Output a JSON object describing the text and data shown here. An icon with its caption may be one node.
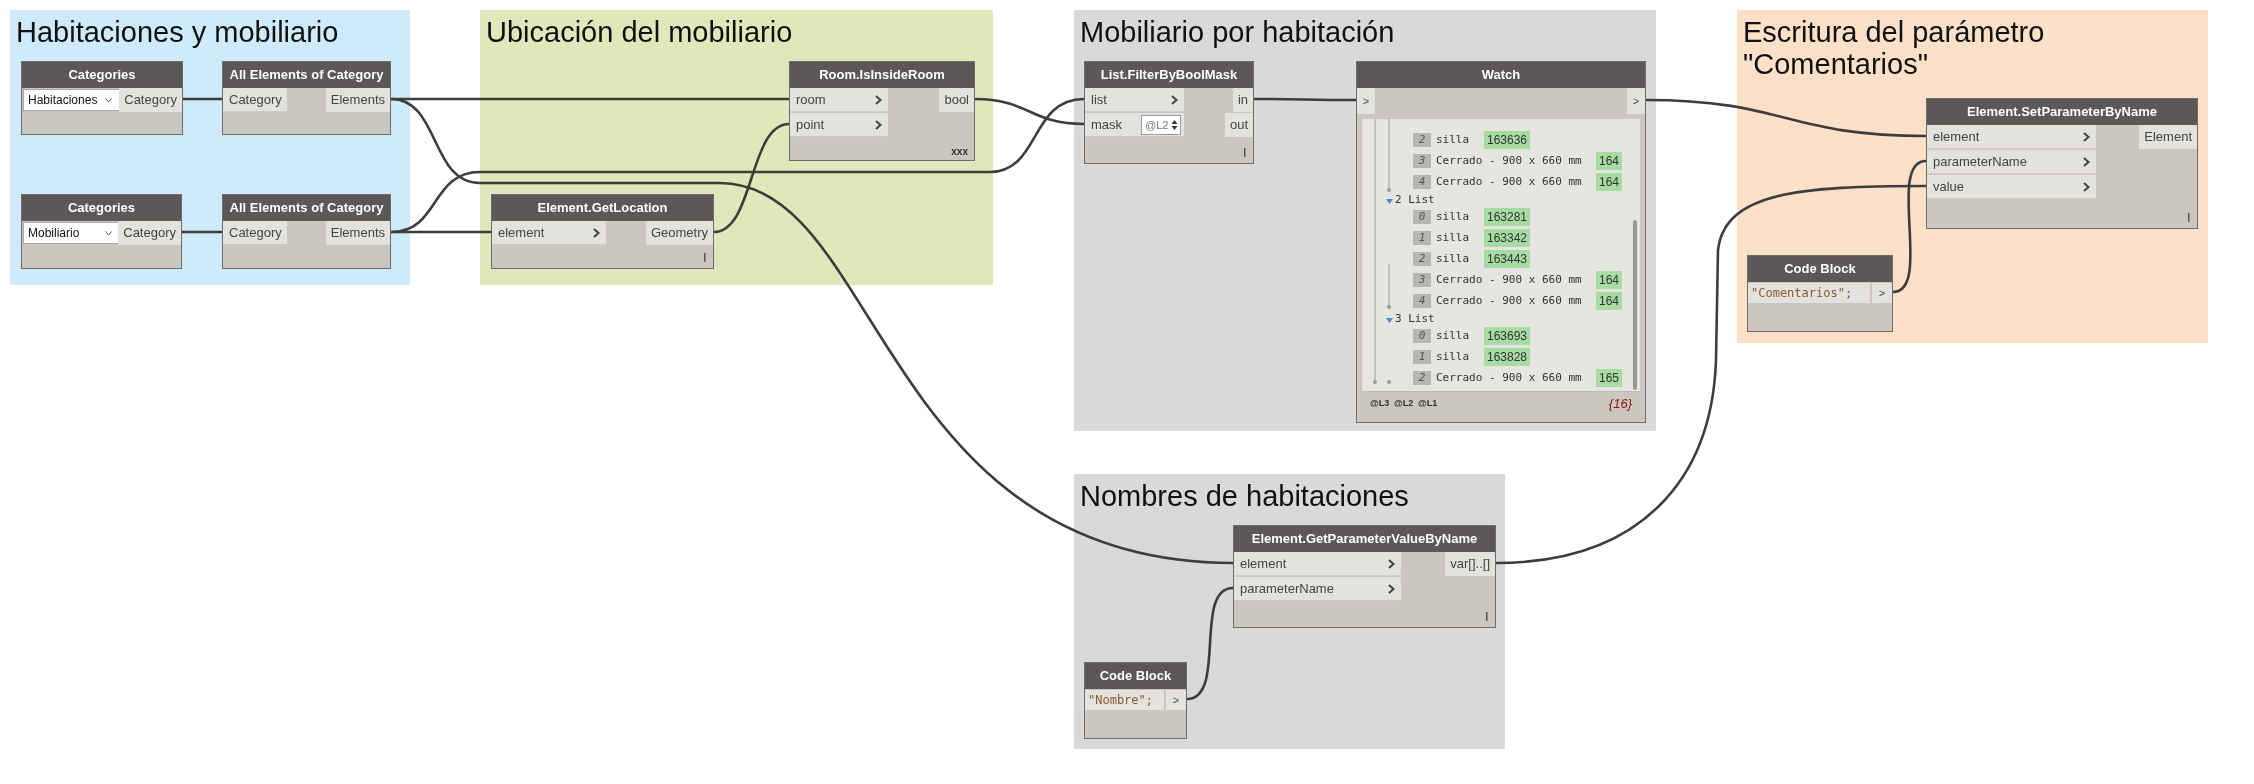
{
  "diagram": {
    "nodes": [
      {
        "text": [
          "Habitaciones y mobiliario"
        ]
      },
      {
        "text": [
          "Categories",
          "Habitaciones",
          "Category"
        ],
        "in": 0
      },
      {
        "text": [
          "All Elements of Category",
          "Category",
          "Elements"
        ],
        "in": 0
      },
      {
        "text": [
          "Categories",
          "Mobiliario",
          "Category"
        ],
        "in": 0
      },
      {
        "text": [
          "All Elements of Category",
          "Category",
          "Elements"
        ],
        "in": 0
      },
      {
        "text": [
          "Ubicación del mobiliario"
        ]
      },
      {
        "text": [
          "Room.IsInsideRoom",
          "room",
          "point",
          "bool",
          "xxx"
        ],
        "in": 5
      },
      {
        "text": [
          "Element.GetLocation",
          "element",
          "Geometry"
        ],
        "in": 5
      },
      {
        "text": [
          "Mobiliario por habitación"
        ]
      },
      {
        "text": [
          "List.FilterByBoolMask",
          "list",
          "mask",
          "@L2",
          "in",
          "out"
        ],
        "in": 8
      },
      {
        "text": [
          "Watch",
          ">",
          ">",
          "2",
          "silla",
          "163636",
          "3",
          "Cerrado - 900 x 660 mm",
          "164",
          "4",
          "Cerrado - 900 x 660 mm",
          "164",
          "2",
          "List",
          "0",
          "silla",
          "163281",
          "1",
          "silla",
          "163342",
          "2",
          "silla",
          "163443",
          "3",
          "Cerrado - 900 x 660 mm",
          "164",
          "4",
          "Cerrado - 900 x 660 mm",
          "164",
          "3",
          "List",
          "0",
          "silla",
          "163693",
          "1",
          "silla",
          "163828",
          "2",
          "Cerrado - 900 x 660 mm",
          "165",
          "@L3",
          "@L2",
          "@L1",
          "{16}"
        ],
        "in": 8
      },
      {
        "text": [
          "Escritura del parámetro \"Comentarios\""
        ]
      },
      {
        "text": [
          "Element.SetParameterByName",
          "element",
          "parameterName",
          "value",
          "Element"
        ],
        "in": 11
      },
      {
        "text": [
          "Code Block",
          "\"Comentarios\";",
          ">"
        ],
        "in": 11
      },
      {
        "text": [
          "Nombres de habitaciones"
        ]
      },
      {
        "text": [
          "Element.GetParameterValueByName",
          "element",
          "parameterName",
          "var[]..[]"
        ],
        "in": 14
      },
      {
        "text": [
          "Code Block",
          "\"Nombre\";",
          ">"
        ],
        "in": 14
      }
    ],
    "edges": [
      {
        "from": 1,
        "to": 2,
        "arrow": "none"
      },
      {
        "from": 3,
        "to": 4,
        "arrow": "none"
      },
      {
        "from": 2,
        "to": 6,
        "arrow": "none"
      },
      {
        "from": 2,
        "to": 15,
        "arrow": "none"
      },
      {
        "from": 4,
        "to": 7,
        "arrow": "none"
      },
      {
        "from": 4,
        "to": 9,
        "arrow": "none"
      },
      {
        "from": 7,
        "to": 6,
        "arrow": "none"
      },
      {
        "from": 6,
        "to": 9,
        "arrow": "none"
      },
      {
        "from": 9,
        "to": 10,
        "arrow": "none"
      },
      {
        "from": 10,
        "to": 12,
        "arrow": "none"
      },
      {
        "from": 13,
        "to": 12,
        "arrow": "none"
      },
      {
        "from": 15,
        "to": 12,
        "arrow": "none"
      },
      {
        "from": 16,
        "to": 15,
        "arrow": "none"
      }
    ]
  }
}
